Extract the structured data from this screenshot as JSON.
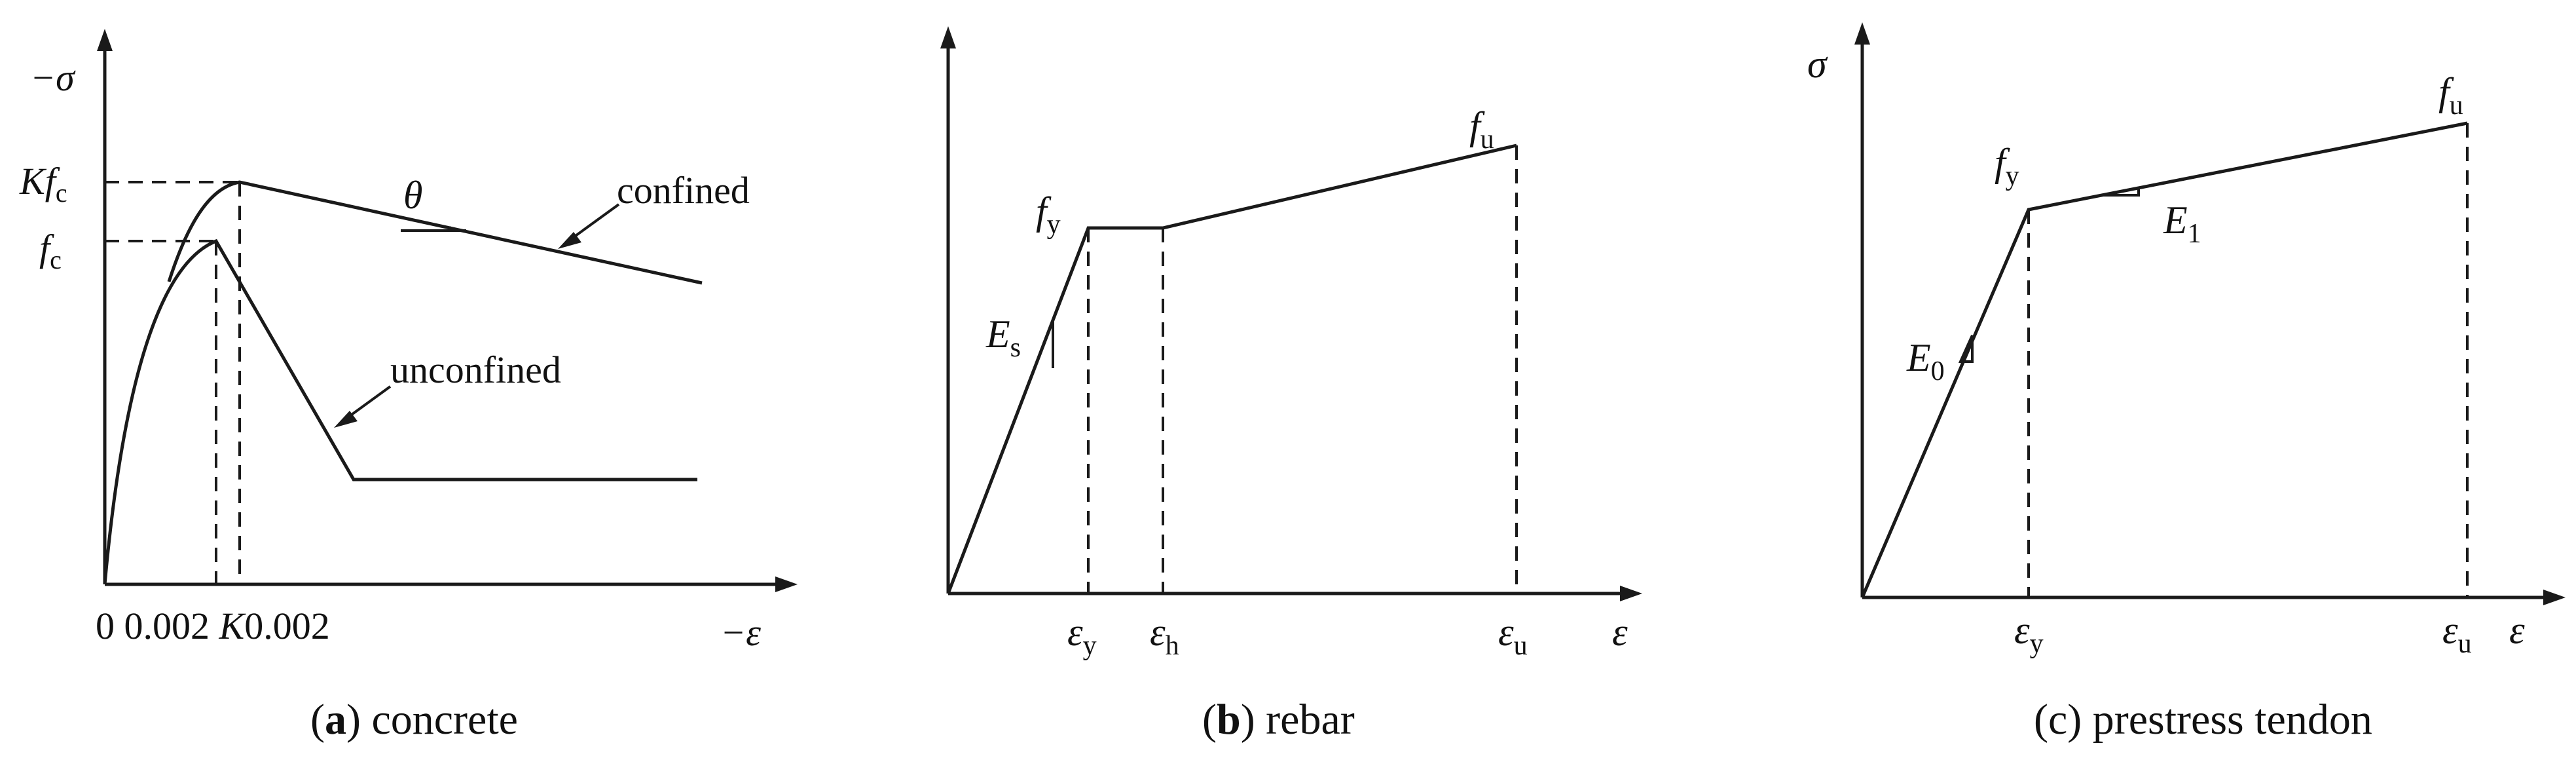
{
  "panels": {
    "a": {
      "y_axis": "−σ",
      "x_axis": "−ε",
      "y_tick_kfc": "K",
      "y_tick_kfc_var": "f",
      "y_tick_kfc_sub": "c",
      "y_tick_fc": "f",
      "y_tick_fc_sub": "c",
      "x_ticks": "0 0.002 ",
      "x_tick_k": "K",
      "x_tick_k_val": "0.002",
      "theta": "θ",
      "confined": "confined",
      "unconfined": "unconfined",
      "caption_paren_open": "(",
      "caption_letter": "a",
      "caption_text": ") concrete"
    },
    "b": {
      "x_axis": "ε",
      "fy": "f",
      "fy_sub": "y",
      "fu": "f",
      "fu_sub": "u",
      "Es": "E",
      "Es_sub": "s",
      "eps_y": "ε",
      "eps_y_sub": "y",
      "eps_h": "ε",
      "eps_h_sub": "h",
      "eps_u": "ε",
      "eps_u_sub": "u",
      "caption_paren_open": "(",
      "caption_letter": "b",
      "caption_text": ") rebar"
    },
    "c": {
      "y_axis": "σ",
      "x_axis": "ε",
      "fy": "f",
      "fy_sub": "y",
      "fu": "f",
      "fu_sub": "u",
      "E0": "E",
      "E0_sub": "0",
      "E1": "E",
      "E1_sub": "1",
      "eps_y": "ε",
      "eps_y_sub": "y",
      "eps_u": "ε",
      "eps_u_sub": "u",
      "caption_text": "(c) prestress tendon"
    }
  }
}
